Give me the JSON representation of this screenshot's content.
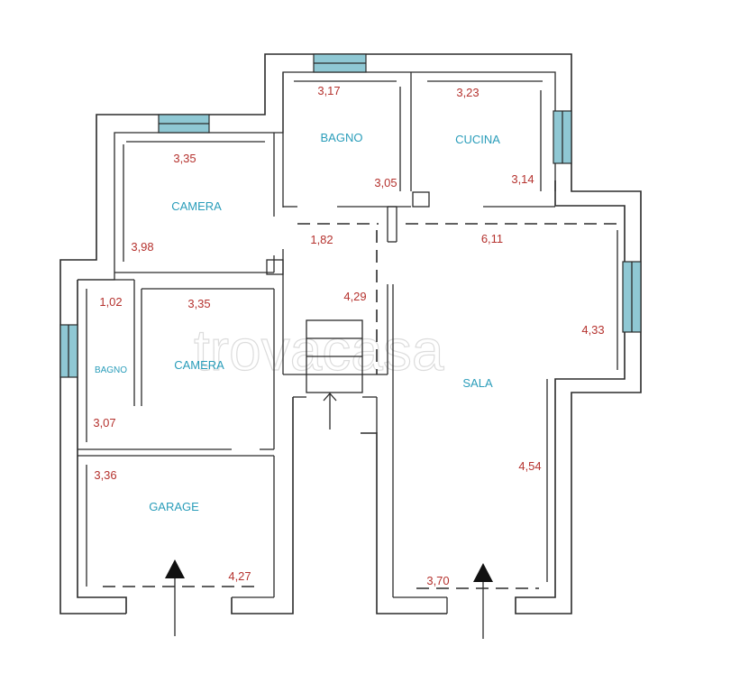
{
  "watermark": "trovacasa",
  "colors": {
    "room_label": "#2a9dba",
    "dimension": "#b5322e",
    "window": "#8fc8d4",
    "wall": "#2b2b2b"
  },
  "rooms": {
    "camera_top": "CAMERA",
    "bagno_top": "BAGNO",
    "cucina": "CUCINA",
    "camera_mid": "CAMERA",
    "bagno_small": "BAGNO",
    "garage": "GARAGE",
    "sala": "SALA"
  },
  "dimensions": {
    "bagno_top_width": "3,17",
    "cucina_width": "3,23",
    "camera_top_width": "3,35",
    "bagno_top_depth": "3,05",
    "cucina_depth": "3,14",
    "camera_top_depth": "3,98",
    "corridor_width": "1,82",
    "sala_width": "6,11",
    "bagno_small_width": "1,02",
    "camera_mid_width": "3,35",
    "corridor_length": "4,29",
    "sala_upper_depth": "4,33",
    "bagno_small_depth": "3,07",
    "garage_depth": "3,36",
    "sala_lower_depth": "4,54",
    "garage_width": "4,27",
    "sala_bottom_width": "3,70"
  }
}
